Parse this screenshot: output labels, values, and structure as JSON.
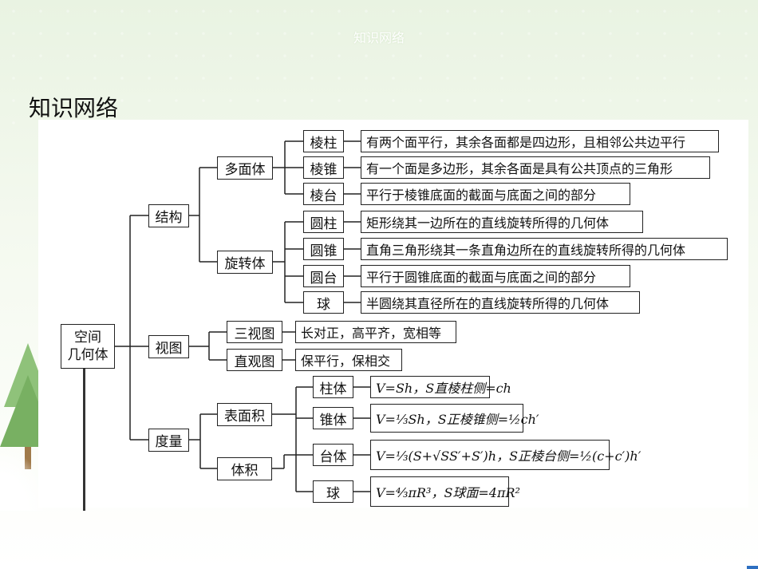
{
  "banner": {
    "title": "知识网络"
  },
  "page": {
    "title": "知识网络"
  },
  "diagram": {
    "root": {
      "line1": "空间",
      "line2": "几何体"
    },
    "categories": {
      "structure": "结构",
      "views": "视图",
      "measure": "度量"
    },
    "structure": {
      "polyhedron": {
        "label": "多面体",
        "items": [
          {
            "name": "棱柱",
            "desc": "有两个面平行，其余各面都是四边形，且相邻公共边平行"
          },
          {
            "name": "棱锥",
            "desc": "有一个面是多边形，其余各面是具有公共顶点的三角形"
          },
          {
            "name": "棱台",
            "desc": "平行于棱锥底面的截面与底面之间的部分"
          }
        ]
      },
      "revolution": {
        "label": "旋转体",
        "items": [
          {
            "name": "圆柱",
            "desc": "矩形绕其一边所在的直线旋转所得的几何体"
          },
          {
            "name": "圆锥",
            "desc": "直角三角形绕其一条直角边所在的直线旋转所得的几何体"
          },
          {
            "name": "圆台",
            "desc": "平行于圆锥底面的截面与底面之间的部分"
          },
          {
            "name": "球",
            "desc": "半圆绕其直径所在的直线旋转所得的几何体"
          }
        ]
      }
    },
    "views": [
      {
        "name": "三视图",
        "desc": "长对正，高平齐，宽相等"
      },
      {
        "name": "直观图",
        "desc": "保平行，保相交"
      }
    ],
    "measure": {
      "surface": "表面积",
      "volume": "体积",
      "solids": [
        {
          "name": "柱体",
          "formula": "V=Sh，S直棱柱侧=ch"
        },
        {
          "name": "锥体",
          "formula": "V=⅓Sh，S正棱锥侧=½ch′"
        },
        {
          "name": "台体",
          "formula": "V=⅓(S+√SS′+S′)h，S正棱台侧=½(c+c′)h′"
        },
        {
          "name": "球",
          "formula": "V=⁴⁄₃πR³，S球面=4πR²"
        }
      ]
    }
  }
}
